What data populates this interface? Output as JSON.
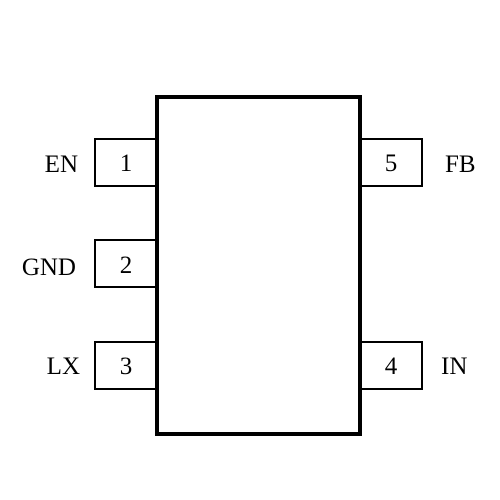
{
  "diagram": {
    "type": "IC pinout (5-pin package)",
    "colors": {
      "line": "#000000",
      "background": "#ffffff"
    },
    "pins": [
      {
        "number": "1",
        "name": "EN"
      },
      {
        "number": "2",
        "name": "GND"
      },
      {
        "number": "3",
        "name": "LX"
      },
      {
        "number": "4",
        "name": "IN"
      },
      {
        "number": "5",
        "name": "FB"
      }
    ]
  }
}
